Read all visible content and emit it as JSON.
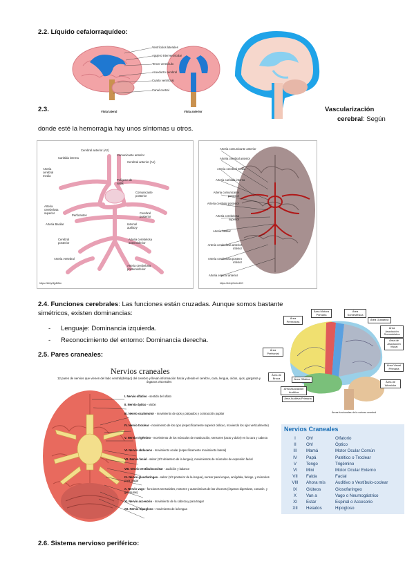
{
  "section_22": {
    "heading": "2.2. Líquido cefalorraquídeo:"
  },
  "fig_ventricles": {
    "labels": [
      "Ventrículos laterales",
      "Agujero interventricular",
      "Tercer ventrículo",
      "Acueducto cerebral",
      "Cuarto ventrículo",
      "Canal central"
    ],
    "view_lateral": "Vista lateral",
    "view_anterior": "Vista anterior"
  },
  "section_23": {
    "heading": "2.3.",
    "right_bold": "Vascularización",
    "right_bold2": "cerebral",
    "right_rest": ": Según",
    "line2": "donde esté la hemorragia hay unos síntomas u otros."
  },
  "fig_willis": {
    "labels": {
      "cerebral_anterior_a2": "Cerebral anterior (A2)",
      "comunicante_anterior": "Comunicante anterior",
      "carotida_interna": "Carótida interna",
      "cerebral_anterior_a1": "Cerebral anterior (A1)",
      "arteria_cerebral_media": "Arteria cerebral media",
      "poligono": "Polígono de Willis",
      "comunicante_posterior": "Comunicante posterior",
      "arteria_cerebelosa_superior": "Arteria cerebelosa superior",
      "perforantes": "Perforantes",
      "cerebral_posterior_r": "Cerebral posterior",
      "arteria_basilar": "Arteria Basilar",
      "internal_auditory": "Internal auditory",
      "cerebral_posterior_l": "Cerebral posterior",
      "arteria_cerebelosa_antero": "Arteria cerebelosa anteroinferior",
      "arteria_vertebral": "Arteria vertebral",
      "arteria_cerebelosa_postero": "Arteria cerebelosa posteroinferior"
    },
    "credit": "https://bit.ly/3jpB2kn"
  },
  "fig_brainbase": {
    "labels": {
      "comunicante_anterior": "Arteria comunicante anterior",
      "cerebral_anterior": "Arteria cerebral anterior",
      "cerebral_media": "Arteria cerebral media",
      "carotida_interna": "Arteria carótida interna",
      "comunicante_posterior": "Arteria comunicante posterior",
      "cerebral_posterior": "Arteria cerebral posterior",
      "cerebelosa_superior": "Arteria cerebelosa superior",
      "basilar": "Arteria basilar",
      "cerebelosa_antero": "Arteria cerebelosa anterior inferior",
      "cerebelosa_postero": "Arteria cerebelosa postero inferior",
      "espinal_anterior": "Arteria espinal anterior"
    },
    "credit": "https://bit.ly/3mIn42O"
  },
  "section_24": {
    "heading": "2.4. Funciones cerebrales",
    "text": ": Las funciones están cruzadas. Aunque somos bastante simétricos, existen dominancias:",
    "bullets": [
      "Lenguaje: Dominancia izquierda.",
      "Reconocimiento del entorno: Dominancia derecha."
    ]
  },
  "fig_areas": {
    "labels": {
      "motora_primaria": "Área Motora Primaria",
      "premotora": "Área Premotora",
      "somestesica": "Área Somestésica",
      "asociacion_somestesica": "Área Asociación Somestésica",
      "gustativa": "Área Gustativa",
      "asociacion_visual": "Área de Asociación Visual",
      "prefrontal": "Área Prefrontal",
      "visual_primaria": "Área Visual Primaria",
      "broca": "Área de Broca",
      "olfativa": "Área Olfativa",
      "wernicke": "Área de Wernicke",
      "asociacion_auditiva": "Área Asociación Auditiva",
      "auditiva_primaria": "Área Auditiva Primaria"
    },
    "caption": "Áreas funcionales de la corteza cerebral"
  },
  "section_25": {
    "heading": "2.5. Pares craneales:"
  },
  "fig_nerves": {
    "title": "Nervios craneales",
    "subtitle": "12 pares de nervios que vienen del lado ventral(debajo) del cerebro y llevan información hacia y desde el cerebro, cara, lengua, oídos, ojos, garganta y órganos viscerales",
    "items": [
      {
        "name": "I. Nervio olfativo",
        "desc": "- sentido del olfato"
      },
      {
        "name": "II. Nervio óptico",
        "desc": "- visión"
      },
      {
        "name": "III. Nervio oculomotor",
        "desc": "- movimiento de ojos y párpados y contracción pupilar"
      },
      {
        "name": "IV. Nervio troclear",
        "desc": "- movimiento de los ojos (específicamente superior oblicuo, moviendo los ojos verticalmente)"
      },
      {
        "name": "V. Nervio trigémino",
        "desc": "- movimiento de los músculos de masticación, sensores (tacto y dolor) en la cara y cabeza"
      },
      {
        "name": "VI. Nervio abducens",
        "desc": "- movimiento ocular (específicamente movimiento lateral)"
      },
      {
        "name": "VII. Nervio facial",
        "desc": "- sabor (2/3 delantero de la lengua), movimientos de músculos de expresión facial"
      },
      {
        "name": "VIII. Nervio vestibulococlear",
        "desc": "- audición y balance"
      },
      {
        "name": "IX. Nervio glosofaríngeo",
        "desc": "- sabor (1/3 posterior de la lengua), sensor para lengua, amígdala, faringe, y músculos para tragar"
      },
      {
        "name": "X. Nervio vago",
        "desc": "- funciones sensoriales, motores y autonómicas de las vísceras (órganos digestivos, corazón, y glándulas)"
      },
      {
        "name": "XI. Nervio accesorio",
        "desc": "- movimiento de la cabeza y para tragar"
      },
      {
        "name": "XII. Nervio hipogloso",
        "desc": "- movimiento de la lengua"
      }
    ]
  },
  "fig_table": {
    "title": "Nervios Craneales",
    "rows": [
      {
        "num": "I",
        "mnem": "Oh!",
        "nerve": "Olfatorio"
      },
      {
        "num": "II",
        "mnem": "Oh!",
        "nerve": "Óptico"
      },
      {
        "num": "III",
        "mnem": "Mamá",
        "nerve": "Motor Ocular Común"
      },
      {
        "num": "IV",
        "mnem": "Papá",
        "nerve": "Patético o Troclear"
      },
      {
        "num": "V",
        "mnem": "Tengo",
        "nerve": "Trigémino"
      },
      {
        "num": "VI",
        "mnem": "Mini",
        "nerve": "Motor Ocular Externo"
      },
      {
        "num": "VII",
        "mnem": "Falda",
        "nerve": "Facial"
      },
      {
        "num": "VIII",
        "mnem": "Ahora mis",
        "nerve": "Auditivo o Vestíbulo-coclear"
      },
      {
        "num": "IX",
        "mnem": "Glúteos",
        "nerve": "Glosofaríngeo"
      },
      {
        "num": "X",
        "mnem": "Van a",
        "nerve": "Vago o Neumogástrico"
      },
      {
        "num": "XI",
        "mnem": "Estar",
        "nerve": "Espinal o Accesorio"
      },
      {
        "num": "XII",
        "mnem": "Helados",
        "nerve": "Hipogloso"
      }
    ]
  },
  "section_26": {
    "heading": "2.6. Sistema nervioso periférico:"
  },
  "colors": {
    "ventricle_blue": "#1f78d1",
    "brain_pink": "#f2a3a6",
    "artery_pink": "#e8a0b4",
    "table_header": "#1b6fb5",
    "table_bg": "#dfeaf6"
  }
}
